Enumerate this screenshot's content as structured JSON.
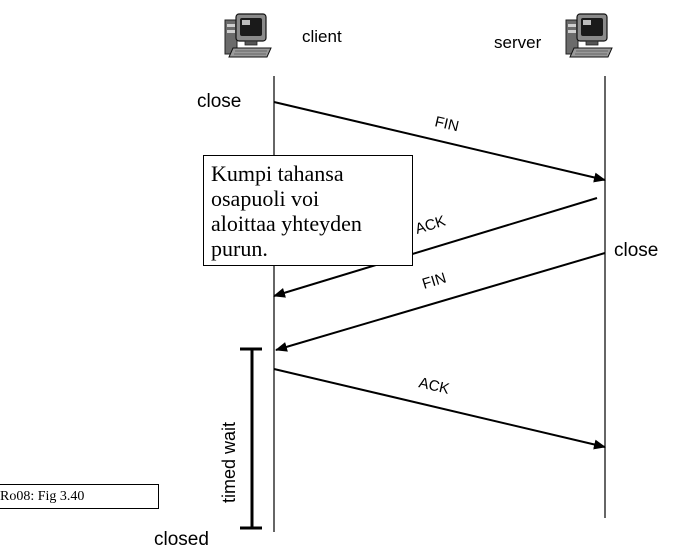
{
  "hosts": {
    "client_label": "client",
    "server_label": "server",
    "client_icon": "computer-icon",
    "server_icon": "computer-icon"
  },
  "events": {
    "client_close": "close",
    "server_close": "close",
    "client_closed": "closed",
    "timed_wait": "timed wait"
  },
  "messages": [
    {
      "label": "FIN",
      "direction": "client-to-server"
    },
    {
      "label": "ACK",
      "direction": "server-to-client"
    },
    {
      "label": "FIN",
      "direction": "server-to-client"
    },
    {
      "label": "ACK",
      "direction": "client-to-server"
    }
  ],
  "note": {
    "lines": [
      "Kumpi tahansa",
      "osapuoli voi",
      "aloittaa yhteyden",
      "purun."
    ]
  },
  "reference": "Ro08: Fig 3.40",
  "colors": {
    "ink": "#000000",
    "background": "#ffffff"
  }
}
